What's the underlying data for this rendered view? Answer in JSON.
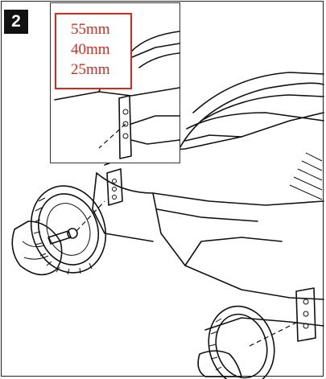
{
  "step": {
    "number": "2"
  },
  "height_settings": {
    "values": [
      "55mm",
      "40mm",
      "25mm"
    ],
    "accent_color": "#d52b1e"
  },
  "illustration": {
    "icons": [
      "lawn-mower-drawing",
      "wheel-icon",
      "axle-bolt-icon",
      "height-bracket-icon"
    ]
  }
}
